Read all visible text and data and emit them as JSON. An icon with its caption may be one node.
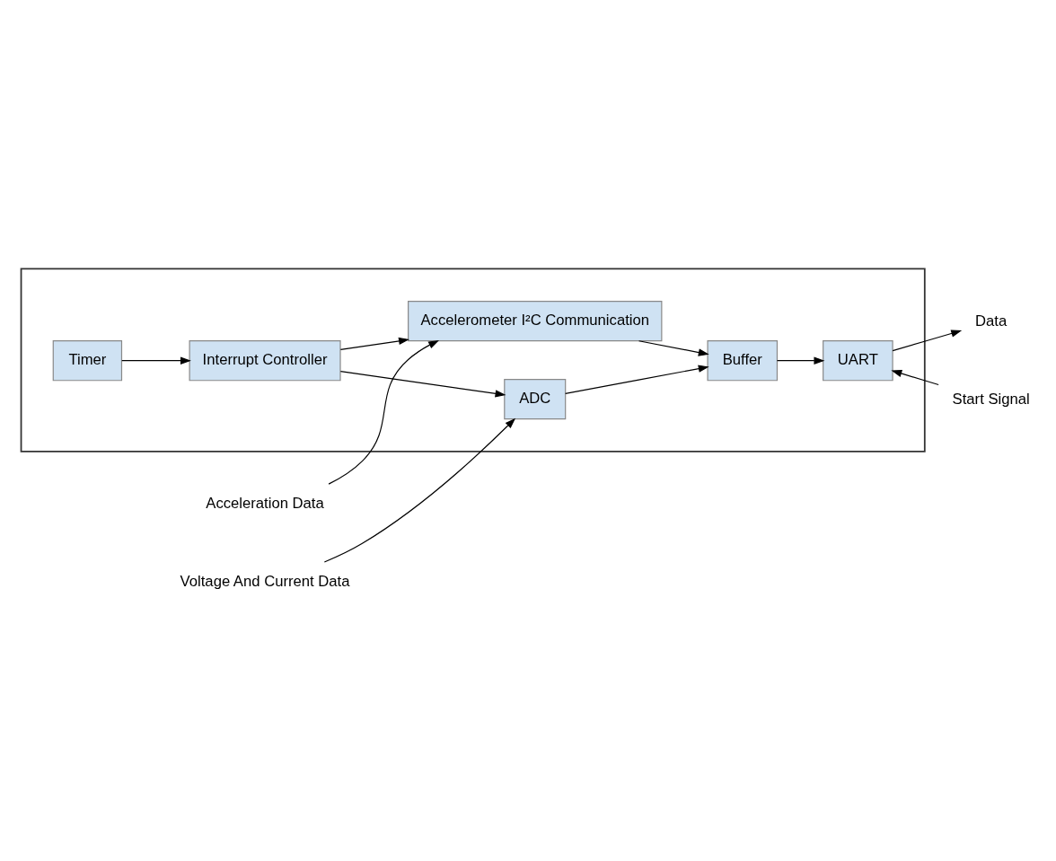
{
  "diagram": {
    "nodes": [
      {
        "text": [],
        "shape": "box"
      },
      {
        "text": [
          "Accelerometer I²C Communication"
        ],
        "in": 0
      },
      {
        "text": [
          "Timer"
        ],
        "in": 0
      },
      {
        "text": [
          "Interrupt Controller"
        ],
        "in": 0
      },
      {
        "text": [
          "Buffer"
        ],
        "in": 0
      },
      {
        "text": [
          "UART"
        ],
        "in": 0
      },
      {
        "text": [
          "ADC"
        ],
        "in": 0
      },
      {
        "text": [
          "Acceleration Data"
        ]
      },
      {
        "text": [
          "Voltage And Current Data"
        ]
      },
      {
        "text": [
          "Start Signal"
        ]
      },
      {
        "text": [
          "Data"
        ]
      }
    ],
    "edges": [
      {
        "from": 7,
        "to": 1,
        "arrow": "to"
      },
      {
        "from": 1,
        "to": 4,
        "arrow": "to"
      },
      {
        "from": 2,
        "to": 3,
        "arrow": "to"
      },
      {
        "from": 3,
        "to": 1,
        "arrow": "to"
      },
      {
        "from": 3,
        "to": 6,
        "arrow": "to"
      },
      {
        "from": 6,
        "to": 4,
        "arrow": "to"
      },
      {
        "from": 4,
        "to": 5,
        "arrow": "to"
      },
      {
        "from": 9,
        "to": 5,
        "arrow": "to"
      },
      {
        "from": 5,
        "to": 10,
        "arrow": "to"
      },
      {
        "from": 8,
        "to": 6,
        "arrow": "to"
      }
    ]
  }
}
